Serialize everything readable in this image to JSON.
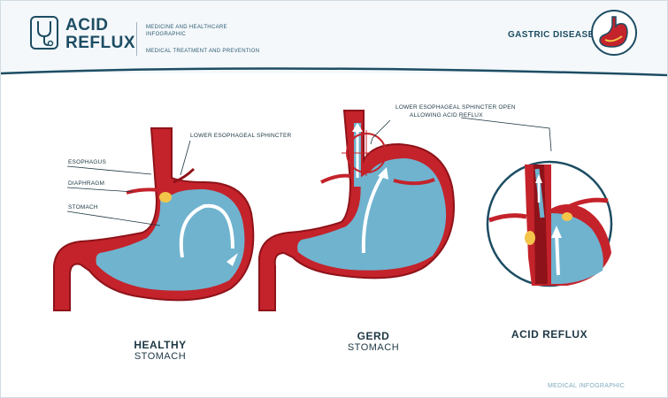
{
  "header": {
    "title_line1": "ACID",
    "title_line2": "REFLUX",
    "subtitle_line1": "MEDICINE AND HEALTHCARE",
    "subtitle_line2": "INFOGRAPHIC",
    "subtitle_line3": "MEDICAL TREATMENT AND PREVENTION",
    "badge_label": "GASTRIC DISEASE"
  },
  "labels": {
    "esophagus": "ESOPHAGUS",
    "diaphragm": "DIAPHRAGM",
    "stomach": "STOMACH",
    "les": "LOWER ESOPHAGEAL SPHINCTER",
    "les_open_line1": "LOWER ESOPHAGEAL SPHINCTER OPEN",
    "les_open_line2": "ALLOWING ACID REFLUX"
  },
  "captions": {
    "healthy_line1": "HEALTHY",
    "healthy_line2": "STOMACH",
    "gerd_line1": "GERD",
    "gerd_line2": "STOMACH",
    "acid_reflux": "ACID REFLUX"
  },
  "footer": "MEDICAL INFOGRAPHIC",
  "colors": {
    "header_bg": "#f4f8fb",
    "brand": "#1d4d63",
    "tissue_red": "#c4232b",
    "tissue_dark": "#8e1219",
    "acid_blue": "#6fb3cf",
    "acid_dark": "#3f8fb3",
    "fat_yellow": "#f3c54a"
  }
}
